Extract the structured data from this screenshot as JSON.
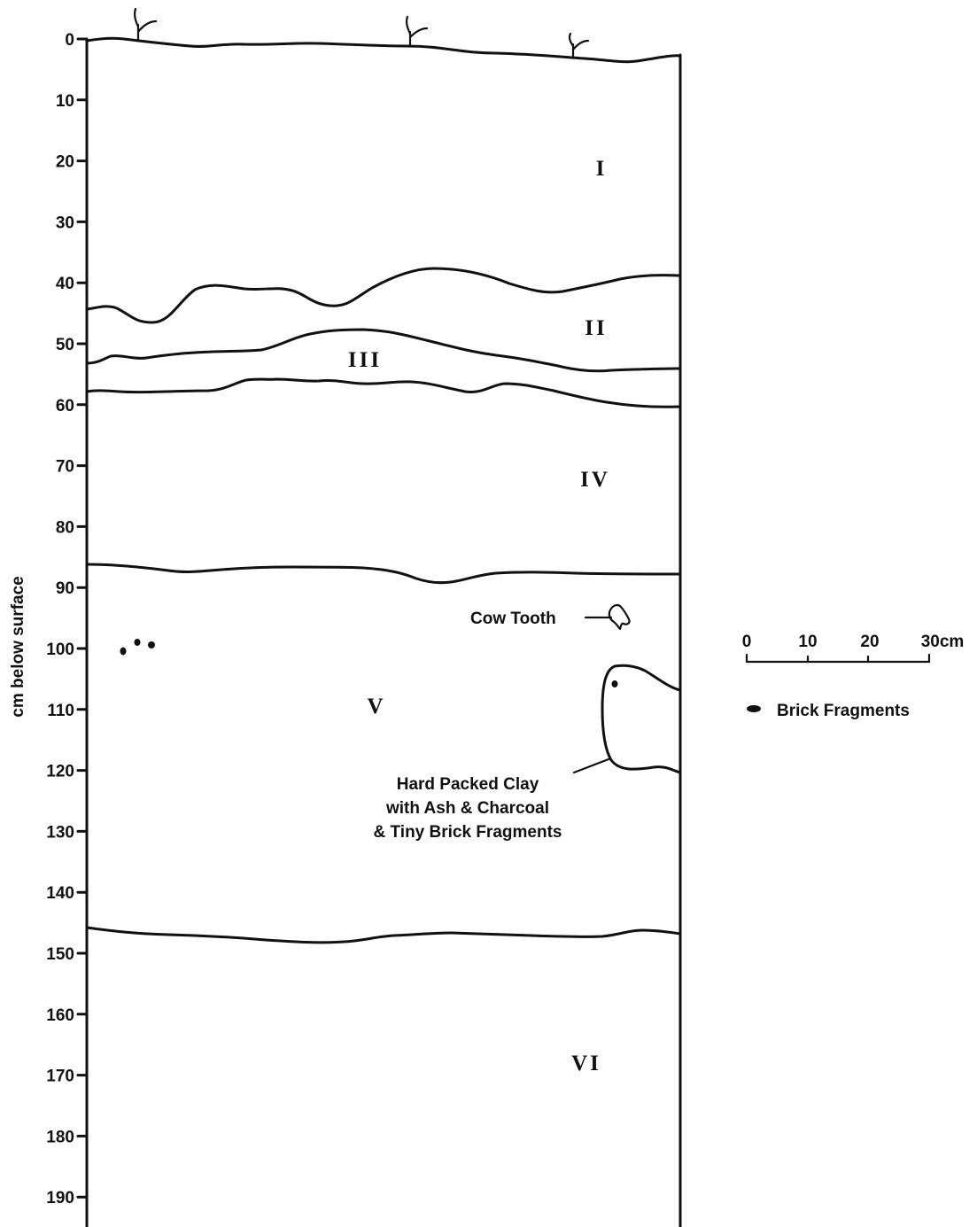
{
  "axis": {
    "label": "cm below surface",
    "ticks": [
      "0",
      "10",
      "20",
      "30",
      "40",
      "50",
      "60",
      "70",
      "80",
      "90",
      "100",
      "110",
      "120",
      "130",
      "140",
      "150",
      "160",
      "170",
      "180",
      "190"
    ]
  },
  "layers": [
    "I",
    "II",
    "III",
    "IV",
    "V",
    "VI"
  ],
  "annotations": {
    "cow_tooth": "Cow Tooth",
    "clay_line1": "Hard Packed Clay",
    "clay_line2": "with Ash & Charcoal",
    "clay_line3": "& Tiny Brick Fragments"
  },
  "scale": {
    "labels": [
      "0",
      "10",
      "20",
      "30cm"
    ]
  },
  "legend": {
    "brick": "Brick Fragments"
  }
}
